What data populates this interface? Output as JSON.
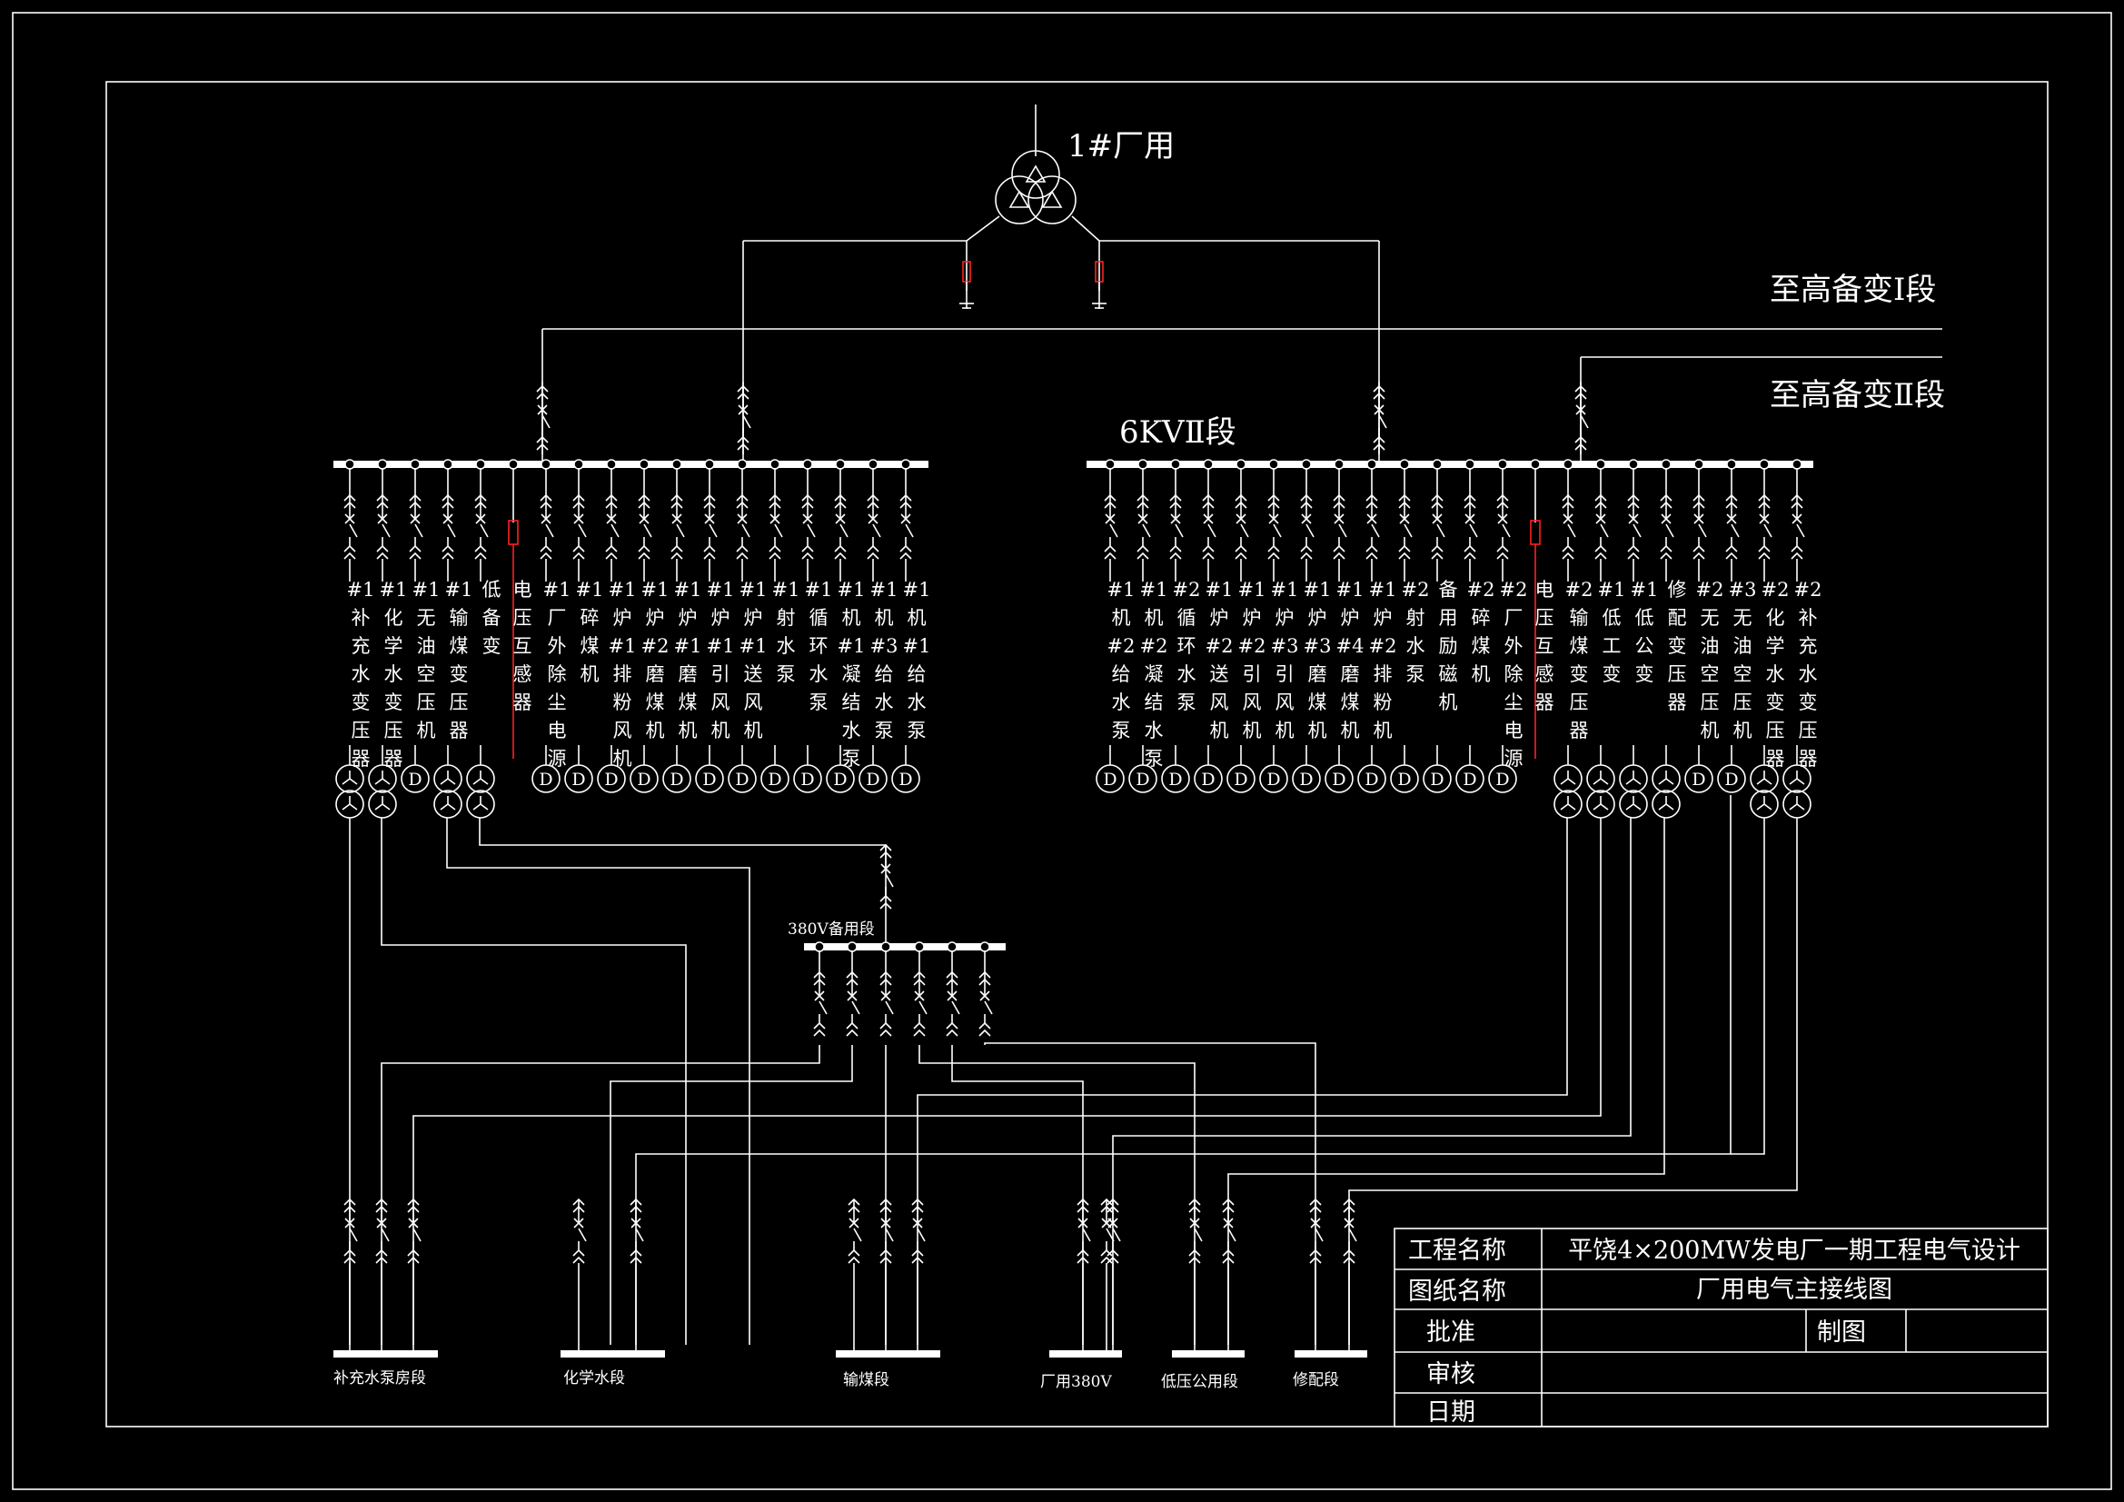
{
  "transformer_label": "1#厂用",
  "standby_1": "至高备变Ⅰ段",
  "standby_2": "至高备变Ⅱ段",
  "bus_6kv_2_label": "6KVⅡ段",
  "bus_380_standby_label": "380V备用段",
  "feeders_left": [
    "#1补充水变压器",
    "#1化学水变压器",
    "#1无油空压机",
    "#1输煤变压器",
    "低备变",
    "电压互感器",
    "#1厂外除尘电源",
    "#1碎煤机",
    "#1炉#1排粉风机",
    "#1炉#2磨煤机",
    "#1炉#1磨煤机",
    "#1炉#1引风机",
    "#1炉#1送风机",
    "#1射水泵",
    "#1循环水泵",
    "#1机#1凝结水泵",
    "#1机#3给水泵",
    "#1机#1给水泵"
  ],
  "feeders_right": [
    "#1机#2给水泵",
    "#1机#2凝结水泵",
    "#2循环水泵",
    "#1炉#2送风机",
    "#1炉#2引风机",
    "#1炉#3引风机",
    "#1炉#3磨煤机",
    "#1炉#4磨煤机",
    "#1炉#2排粉机",
    "#2射水泵",
    "备用励磁机",
    "#2碎煤机",
    "#2厂外除尘电源",
    "电压互感器",
    "#2输煤变压器",
    "#1低工变",
    "#1低公变",
    "修配变压器",
    "#2无油空压机",
    "#3无油空压机",
    "#2化学水变压器",
    "#2补充水变压器"
  ],
  "bottom_buses": [
    "补充水泵房段",
    "化学水段",
    "输煤段",
    "厂用380V",
    "低压公用段",
    "修配段"
  ],
  "title_block": {
    "project_label": "工程名称",
    "project_value": "平饶4×200MW发电厂一期工程电气设计",
    "drawing_label": "图纸名称",
    "drawing_value": "厂用电气主接线图",
    "approve_label": "批准",
    "draw_label": "制图",
    "review_label": "审核",
    "date_label": "日期"
  },
  "colors": {
    "background": "#000000",
    "lines": "#ffffff",
    "fuse": "#ff2020"
  }
}
